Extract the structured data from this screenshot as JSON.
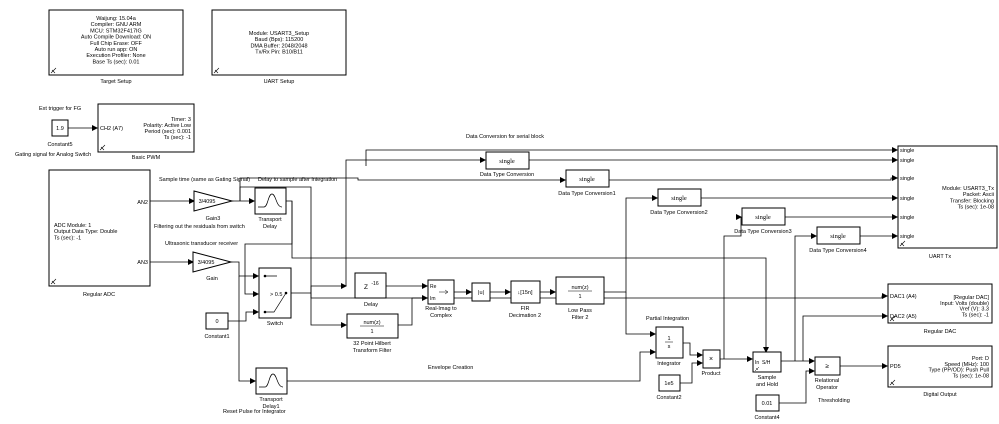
{
  "target_setup": {
    "lines": [
      "Waijung: 15.04a",
      "Compiler: GNU ARM",
      "MCU: STM32F417IG",
      "Auto Compile Download: ON",
      "Full Chip Erase: OFF",
      "Auto run app: ON",
      "Execution Profiler: None",
      "Base Ts (sec): 0.01"
    ],
    "caption": "Target Setup"
  },
  "uart_setup": {
    "lines": [
      "Module: USART3_Setup",
      "Baud (Bps): 115200",
      "DMA Buffer: 2048/2048",
      "Tx/Rx Pin: B10/B11"
    ],
    "caption": "UART Setup"
  },
  "notes": {
    "ext_trigger": "Ext trigger for FG",
    "gating": "Gating signal for Analog Switch",
    "data_conversion": "Data Conversion for serial block",
    "sample_time": "Sample time (same as Gating Signal)",
    "delay_sample": "Delay to sample after integration",
    "filtering": "Filtering out the residuals from switch",
    "ultrasonic": "Ultrasonic transducer receiver",
    "envelope": "Envelope Creation",
    "reset_pulse": "Reset Pulse for Integrator",
    "partial_integration": "Partial Integration",
    "thresholding": "Thresholding"
  },
  "constant5": {
    "value": "1.9",
    "caption": "Constant5"
  },
  "basic_pwm": {
    "port": "CH2 (A7)",
    "lines": [
      "Timer: 3",
      "Polarity: Active Low",
      "Period (sec): 0.001",
      "Ts (sec): -1"
    ],
    "caption": "Basic PWM"
  },
  "adc": {
    "lines": [
      "ADC Module: 1",
      "Output Data Type: Double",
      "Ts (sec): -1"
    ],
    "ports": [
      "AN2",
      "AN3"
    ],
    "caption": "Regular ADC"
  },
  "gain3": {
    "value": "3/4095",
    "caption": "Gain3"
  },
  "gain": {
    "value": "3/4095",
    "caption": "Gain"
  },
  "transport_delay": {
    "caption": "Transport Delay"
  },
  "transport_delay1": {
    "caption": "Transport Delay1"
  },
  "switch": {
    "threshold": "> 0.5",
    "caption": "Switch"
  },
  "constant1": {
    "value": "0",
    "caption": "Constant1"
  },
  "delay": {
    "value": "Z",
    "exp": "-16",
    "caption": "Delay"
  },
  "hilbert": {
    "num": "num(z)",
    "den": "1",
    "caption_lines": [
      "32 Point Hilbert",
      "Transform Filter"
    ]
  },
  "real_imag": {
    "ports": [
      "Re",
      "Im"
    ],
    "caption_lines": [
      "Real-Imag to",
      "Complex"
    ]
  },
  "abs": {
    "symbol": "|u|"
  },
  "fir": {
    "symbol": "↓[15n]",
    "caption_lines": [
      "FIR",
      "Decimation 2"
    ]
  },
  "lowpass": {
    "num": "num(z)",
    "den": "1",
    "caption_lines": [
      "Low Pass",
      "Filter 2"
    ]
  },
  "integrator": {
    "num": "1",
    "den": "s",
    "caption": "Integrator"
  },
  "constant2": {
    "value": "1e5",
    "caption": "Constant2"
  },
  "product": {
    "symbol": "×",
    "caption": "Product"
  },
  "sample_hold": {
    "ports": [
      "In",
      "S/H"
    ],
    "caption_lines": [
      "Sample",
      "and Hold"
    ]
  },
  "relational": {
    "symbol": "≥",
    "caption_lines": [
      "Relational",
      "Operator"
    ]
  },
  "constant4": {
    "value": "0.01",
    "caption": "Constant4"
  },
  "dtc": [
    {
      "label": "single",
      "caption": "Data Type Conversion"
    },
    {
      "label": "single",
      "caption": "Data Type Conversion1"
    },
    {
      "label": "single",
      "caption": "Data Type Conversion2"
    },
    {
      "label": "single",
      "caption": "Data Type Conversion3"
    },
    {
      "label": "single",
      "caption": "Data Type Conversion4"
    }
  ],
  "uart_tx": {
    "ports": [
      "single",
      "single",
      "single",
      "single",
      "single",
      "single"
    ],
    "lines": [
      "Module: USART3_Tx",
      "Packet: Ascii",
      "Transfer: Blocking",
      "Ts (sec): 1e-08"
    ],
    "caption": "UART Tx"
  },
  "dac": {
    "ports": [
      "DAC1 (A4)",
      "DAC2 (A5)"
    ],
    "lines": [
      "[Regular DAC]",
      "Input: Volts (double)",
      "Vref (V): 3.3",
      "Ts (sec): -1"
    ],
    "caption": "Regular DAC"
  },
  "digital_out": {
    "port": "PD5",
    "lines": [
      "Port: D",
      "Speed (MHz): 100",
      "Type (PP/OD): Push Pull",
      "Ts (sec): 1e-08"
    ],
    "caption": "Digital Output"
  }
}
